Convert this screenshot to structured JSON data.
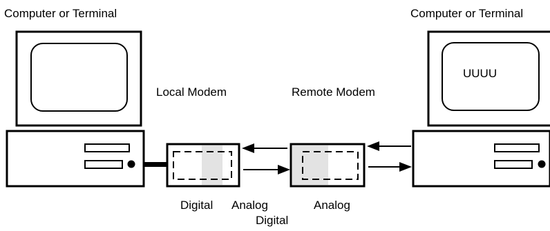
{
  "labels": {
    "left_computer": "Computer or Terminal",
    "right_computer": "Computer or Terminal",
    "local_modem": "Local Modem",
    "remote_modem": "Remote Modem",
    "screen_text": "UUUU",
    "digital_left": "Digital",
    "analog_left": "Analog",
    "digital_bottom": "Digital",
    "analog_right": "Analog"
  },
  "colors": {
    "stroke": "#000000",
    "fill": "#ffffff",
    "shade": "#e3e3e3"
  }
}
